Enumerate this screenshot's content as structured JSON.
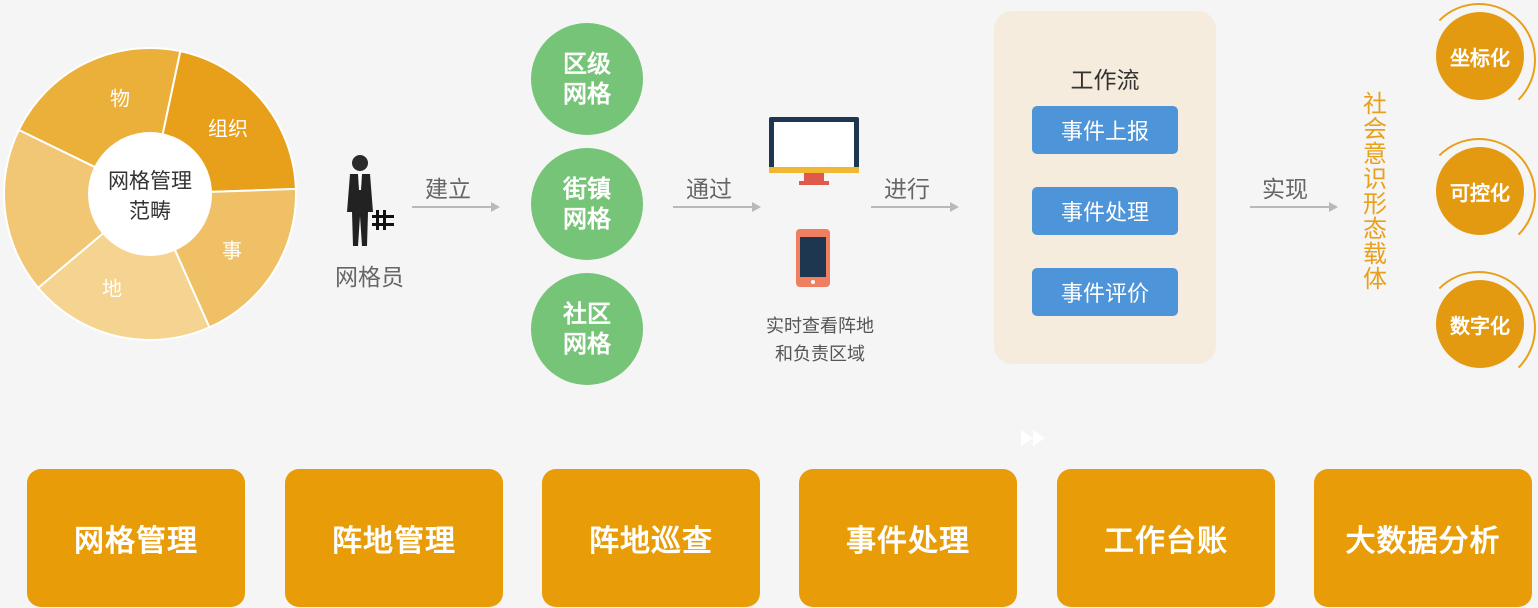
{
  "pie": {
    "center_line1": "网格管理",
    "center_line2": "范畴",
    "segments": [
      "物",
      "组织",
      "事",
      "地",
      ""
    ],
    "colors": [
      "#ebb03a",
      "#e8a01a",
      "#f0c066",
      "#f5d491",
      "#f1c674"
    ]
  },
  "gridman": {
    "label": "网格员",
    "icon": "businessman-icon"
  },
  "arrows": {
    "build": "建立",
    "via": "通过",
    "do": "进行",
    "realize": "实现"
  },
  "grids": [
    "区级网格",
    "街镇网格",
    "社区网格"
  ],
  "devices": {
    "monitor_icon": "monitor-icon",
    "phone_icon": "smartphone-icon",
    "caption_line1": "实时查看阵地",
    "caption_line2": "和负责区域"
  },
  "workflow": {
    "title": "工作流",
    "steps": [
      "事件上报",
      "事件处理",
      "事件评价"
    ]
  },
  "ideology": "社会意识形态载体",
  "badges": [
    "坐标化",
    "可控化",
    "数字化"
  ],
  "modules": [
    "网格管理",
    "阵地管理",
    "阵地巡查",
    "事件处理",
    "工作台账",
    "大数据分析"
  ],
  "colors": {
    "orange": "#e89c08",
    "green": "#76c477",
    "blue": "#4e94d8",
    "workflow_bg": "#f5ecdd"
  }
}
